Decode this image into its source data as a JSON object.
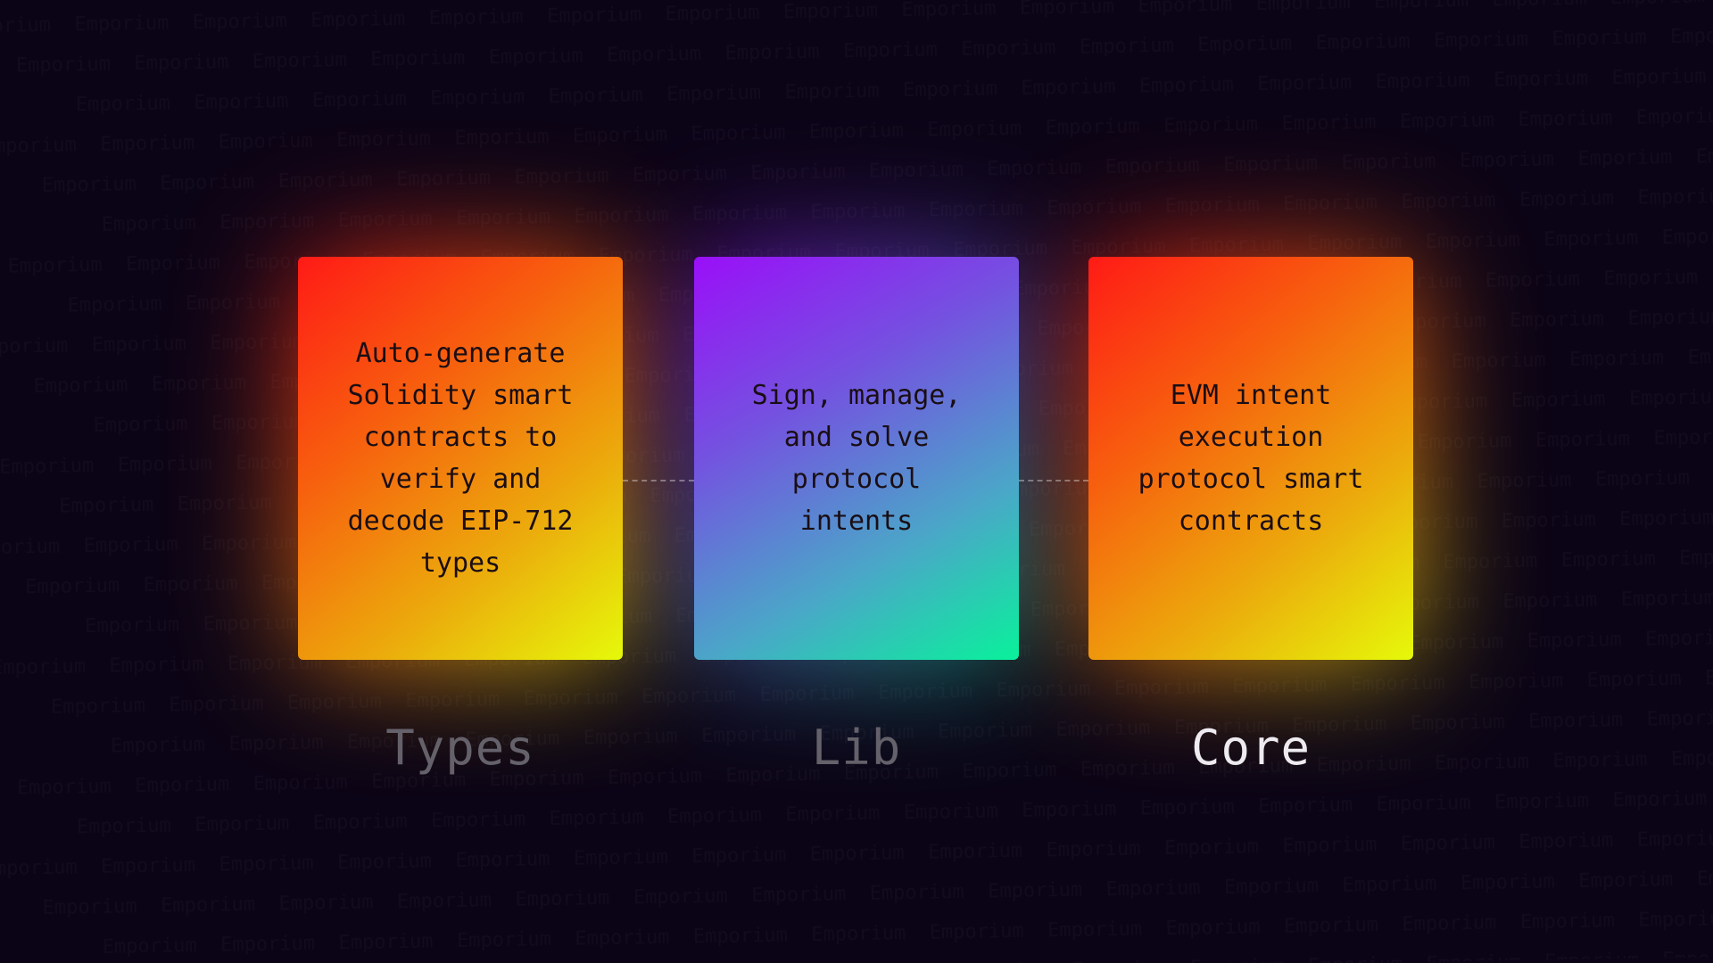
{
  "background": {
    "watermark_word": "Emporium",
    "color": "#0b0416"
  },
  "cards": [
    {
      "id": "types",
      "description": "Auto-generate Solidity smart contracts to verify and decode EIP-712 types",
      "label": "Types",
      "label_state": "inactive",
      "gradient": [
        "#ff1a16",
        "#e6f90a"
      ]
    },
    {
      "id": "lib",
      "description": "Sign, manage, and solve protocol intents",
      "label": "Lib",
      "label_state": "inactive",
      "gradient": [
        "#9a0ff8",
        "#09f19b"
      ]
    },
    {
      "id": "core",
      "description": "EVM intent execution protocol smart contracts",
      "label": "Core",
      "label_state": "active",
      "gradient": [
        "#ff1a16",
        "#e6f90a"
      ]
    }
  ],
  "colors": {
    "label_active": "#eeebf0",
    "label_inactive": "#65616a"
  }
}
